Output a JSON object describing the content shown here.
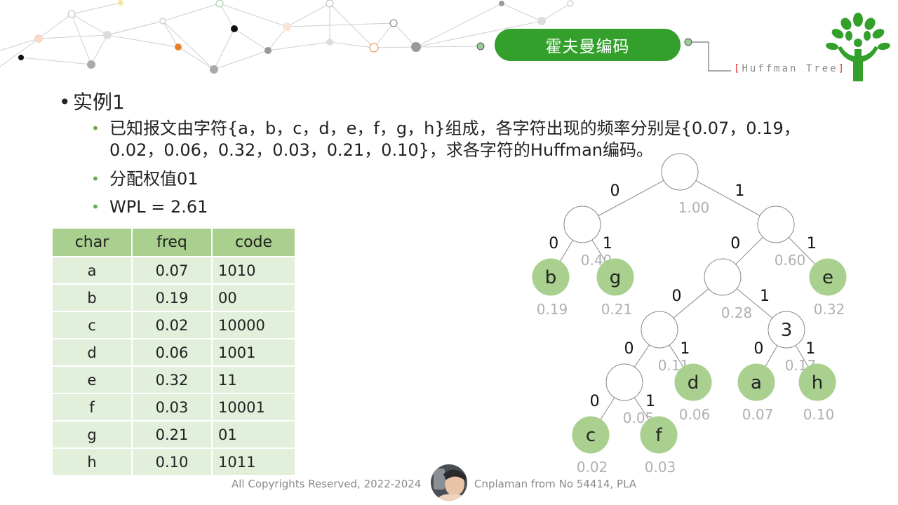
{
  "header": {
    "title": "霍夫曼编码",
    "subtitle": "Huffman Tree",
    "subtitle_open": "[",
    "subtitle_close": "]",
    "accent_color": "#33a02c"
  },
  "content": {
    "heading": "实例1",
    "bullets": [
      "已知报文由字符{a，b，c，d，e，f，g，h}组成，各字符出现的频率分别是{0.07，0.19，0.02，0.06，0.32，0.03，0.21，0.10}，求各字符的Huffman编码。",
      "分配权值01",
      "WPL = 2.61"
    ],
    "bullet_glyph": "•"
  },
  "table": {
    "headers": [
      "char",
      "freq",
      "code"
    ],
    "rows": [
      [
        "a",
        "0.07",
        "1010"
      ],
      [
        "b",
        "0.19",
        "00"
      ],
      [
        "c",
        "0.02",
        "10000"
      ],
      [
        "d",
        "0.06",
        "1001"
      ],
      [
        "e",
        "0.32",
        "11"
      ],
      [
        "f",
        "0.03",
        "10001"
      ],
      [
        "g",
        "0.21",
        "01"
      ],
      [
        "h",
        "0.10",
        "1011"
      ]
    ]
  },
  "tree": {
    "nodes": [
      {
        "id": "root",
        "label": "",
        "weight": "1.00",
        "leaf": false
      },
      {
        "id": "n040",
        "label": "",
        "weight": "0.40",
        "leaf": false
      },
      {
        "id": "n060",
        "label": "",
        "weight": "0.60",
        "leaf": false
      },
      {
        "id": "b",
        "label": "b",
        "weight": "0.19",
        "leaf": true
      },
      {
        "id": "g",
        "label": "g",
        "weight": "0.21",
        "leaf": true
      },
      {
        "id": "n028",
        "label": "",
        "weight": "0.28",
        "leaf": false
      },
      {
        "id": "e",
        "label": "e",
        "weight": "0.32",
        "leaf": true
      },
      {
        "id": "n011",
        "label": "",
        "weight": "0.11",
        "leaf": false
      },
      {
        "id": "n017",
        "label": "3",
        "weight": "0.17",
        "leaf": false
      },
      {
        "id": "n005",
        "label": "",
        "weight": "0.05",
        "leaf": false
      },
      {
        "id": "d",
        "label": "d",
        "weight": "0.06",
        "leaf": true
      },
      {
        "id": "a",
        "label": "a",
        "weight": "0.07",
        "leaf": true
      },
      {
        "id": "h",
        "label": "h",
        "weight": "0.10",
        "leaf": true
      },
      {
        "id": "c",
        "label": "c",
        "weight": "0.02",
        "leaf": true
      },
      {
        "id": "f",
        "label": "f",
        "weight": "0.03",
        "leaf": true
      }
    ],
    "edges": [
      {
        "from": "root",
        "to": "n040",
        "bit": "0"
      },
      {
        "from": "root",
        "to": "n060",
        "bit": "1"
      },
      {
        "from": "n040",
        "to": "b",
        "bit": "0"
      },
      {
        "from": "n040",
        "to": "g",
        "bit": "1"
      },
      {
        "from": "n060",
        "to": "n028",
        "bit": "0"
      },
      {
        "from": "n060",
        "to": "e",
        "bit": "1"
      },
      {
        "from": "n028",
        "to": "n011",
        "bit": "0"
      },
      {
        "from": "n028",
        "to": "n017",
        "bit": "1"
      },
      {
        "from": "n011",
        "to": "n005",
        "bit": "0"
      },
      {
        "from": "n011",
        "to": "d",
        "bit": "1"
      },
      {
        "from": "n017",
        "to": "a",
        "bit": "0"
      },
      {
        "from": "n017",
        "to": "h",
        "bit": "1"
      },
      {
        "from": "n005",
        "to": "c",
        "bit": "0"
      },
      {
        "from": "n005",
        "to": "f",
        "bit": "1"
      }
    ],
    "leaf_color": "#a9d08e",
    "weight_color": "#b0b0b0"
  },
  "footer": {
    "left": "All Copyrights Reserved, 2022-2024",
    "right": "Cnplaman from No 54414, PLA"
  }
}
